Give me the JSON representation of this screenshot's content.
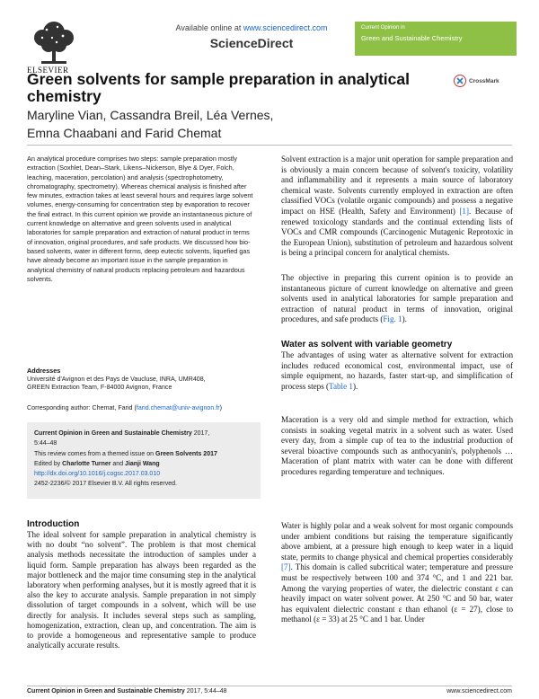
{
  "header": {
    "available_prefix": "Available online at ",
    "available_url": "www.sciencedirect.com",
    "publisher_name": "ScienceDirect",
    "elsevier_word": "ELSEVIER",
    "journal_box_line1": "Current Opinion in",
    "journal_box_line2": "Green and Sustainable Chemistry",
    "crossmark_label": "CrossMark"
  },
  "article": {
    "title": "Green solvents for sample preparation in analytical chemistry",
    "authors_line1": "Maryline Vian, Cassandra Breil, Léa Vernes,",
    "authors_line2": "Emna Chaabani and Farid Chemat"
  },
  "abstract": "An analytical procedure comprises two steps: sample preparation mostly extraction (Soxhlet, Dean–Stark, Likens–Nickerson, Blye & Dyer, Folch, leaching, maceration, percolation) and analysis (spectrophotometry, chromatography, spectrometry). Whereas chemical analysis is finished after few minutes, extraction takes at least several hours and requires large solvent volumes, energy-consuming for concentration step by evaporation to recover the final extract. In this current opinion we provide an instantaneous picture of current knowledge on alternative and green solvents used in analytical laboratories for sample preparation and extraction of natural product in terms of innovation, original procedures, and safe products. We discussed how bio-based solvents, water in different forms, deep eutectic solvents, liquefied gas have already become an important issue in the sample preparation in analytical chemistry of natural products replacing petroleum and hazardous solvents.",
  "addresses": {
    "heading": "Addresses",
    "line1": "Université d'Avignon et des Pays de Vaucluse, INRA, UMR408,",
    "line2": "GREEN Extraction Team, F-84000 Avignon, France"
  },
  "corresponding": {
    "prefix": "Corresponding author: Chemat, Farid (",
    "email": "farid.chemat@univ-avignon.fr",
    "suffix": ")"
  },
  "meta": {
    "journal": "Current Opinion in Green and Sustainable Chemistry",
    "year_pages": " 2017,",
    "pages": "5:44–48",
    "theme_prefix": "This review comes from a themed issue on ",
    "theme": "Green Solvents 2017",
    "edited_prefix": "Edited by ",
    "editor1": "Charlotte Turner",
    "edited_and": " and ",
    "editor2": "Jianji Wang",
    "doi": "http://dx.doi.org/10.1016/j.cogsc.2017.03.010",
    "copyright": "2452-2236/© 2017 Elsevier B.V. All rights reserved."
  },
  "intro": {
    "heading": "Introduction",
    "text": "The ideal solvent for sample preparation in analytical chemistry is with no doubt “no solvent”. The problem is that most chemical analysis methods necessitate the introduction of samples under a liquid form. Sample preparation has always been regarded as the major bottleneck and the major time consuming step in the analytical laboratory when performing analyses, but it is mostly agreed that it is also the key to accurate analysis. Sample preparation in not simply dissolution of target compounds in a solvent, which will be use directly for analysis. It includes several steps such as sampling, homogenization, extraction, clean up, and concentration. The aim is to provide a homogeneous and representative sample to produce analytically accurate results."
  },
  "right": {
    "p1_a": "Solvent extraction is a major unit operation for sample preparation and is obviously a main concern because of solvent's toxicity, volatility and inflammability and it represents a main source of laboratory chemical waste. Solvents currently employed in extraction are often classified VOCs (volatile organic compounds) and possess a negative impact on HSE (Health, Safety and Environment) ",
    "p1_ref": "[1]",
    "p1_b": ". Because of renewed toxicology standards and the continual extending lists of VOCs and CMR compounds (Carcinogenic Mutagenic Reprotoxic in the European Union), substitution of petroleum and hazardous solvent is being a principal concern for analytical chemists.",
    "p2_a": "The objective in preparing this current opinion is to provide an instantaneous picture of current knowledge on alternative and green solvents used in analytical laboratories for sample preparation and extraction of natural product in terms of innovation, original procedures, and safe products (",
    "p2_ref": "Fig. 1",
    "p2_b": ").",
    "water_heading": "Water as solvent with variable geometry",
    "p3_a": "The advantages of using water as alternative solvent for extraction includes reduced economical cost, environmental impact, use of simple equipment, no hazards, faster start-up, and simplification of process steps (",
    "p3_ref": "Table 1",
    "p3_b": ").",
    "p4": "Maceration is a very old and simple method for extraction, which consists in soaking vegetal matrix in a solvent such as water. Used every day, from a simple cup of tea to the industrial production of several bioactive compounds such as anthocyanin's, polyphenols … Maceration of plant matrix with water can be done with different procedures regarding temperature and techniques.",
    "p5_a": "Water is highly polar and a weak solvent for most organic compounds under ambient conditions but raising the temperature significantly above ambient, at a pressure high enough to keep water in a liquid state, permits to change physical and chemical properties considerably ",
    "p5_ref": "[7]",
    "p5_b": ". This domain is called subcritical water; temperature and pressure must be respectively between 100 and 374 °C, and 1 and 221 bar. Among the varying properties of water, the dielectric constant ε can heavily impact on water solvent power. At 250 °C and 50 bar, water has equivalent dielectric constant ε than ethanol (ε = 27), close to methanol (ε = 33) at 25 °C and 1 bar. Under"
  },
  "footer": {
    "journal": "Current Opinion in Green and Sustainable Chemistry",
    "pages": " 2017, 5:44–48",
    "site": "www.sciencedirect.com"
  }
}
